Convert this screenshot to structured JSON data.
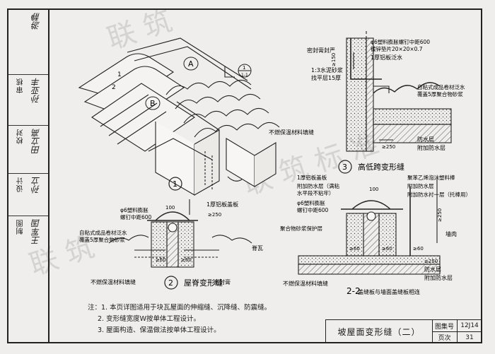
{
  "sidebar": {
    "cells": [
      {
        "role": "制图",
        "name": "王军国"
      },
      {
        "role": "校对",
        "name": "田立高"
      },
      {
        "role": "设计",
        "name": "孙立"
      },
      {
        "role": "审核",
        "name": "孙亚丰"
      },
      {
        "role": "",
        "name": "游静"
      }
    ]
  },
  "detail1": {
    "number": "1",
    "marker_a": "A",
    "marker_b": "B",
    "section_ref_top": "1",
    "section_ref_bottom": "1-1",
    "label_1": "1",
    "label_2": "2"
  },
  "detail2": {
    "number": "2",
    "title": "屋脊变形缝",
    "notes": {
      "anchor": "φ6塑料膨胀\n螺钉中距600",
      "membrane": "自粘式成品卷材泛水\n覆盖5厚聚合物砂浆",
      "cover_plate": "1厚铝板盖板",
      "ridge_tile": "脊瓦",
      "fill": "不燃保温材料填缝",
      "sealant": "密封膏"
    },
    "dims": {
      "d100": "100",
      "d250": "≥250",
      "d60a": "≥60",
      "d60b": "≥60"
    }
  },
  "detail3": {
    "number": "3",
    "title": "高低跨变形缝",
    "notes": {
      "sealant": "密封膏封严",
      "anchor": "φ6塑料膨胀螺钉中距600\n镀锌垫片20×20×0.7",
      "mortar": "1:3水泥砂浆\n找平层15厚",
      "cover": "1厚铝板泛水",
      "membrane": "自粘式成品卷材泛水\n覆盖5厚聚合物砂浆",
      "fill": "不燃保温材料填缝",
      "waterproof": "防水层",
      "extra_waterproof": "附加防水层"
    },
    "dims": {
      "d150": "≥150",
      "d250": "≥250"
    }
  },
  "section22": {
    "title": "2-2",
    "notes": {
      "plate": "1厚铝板盖板",
      "extra_waterproof": "附加防水层（满粘\n水平段不粘牢）",
      "anchor": "φ6塑料膨胀\n螺钉中距600",
      "protect": "聚合物砂浆保护层",
      "fill": "不燃保温材料填缝",
      "foam": "聚苯乙烯泡沫塑料棒",
      "extra_liner": "附加防水层",
      "liner": "附加防水衬一层（托棒用）",
      "wall": "墙肉",
      "waterproof": "防水层",
      "extra_waterproof2": "附加防水层",
      "same_as_wall": "盖缝板与墙面盖缝板相连"
    },
    "dims": {
      "d100": "100",
      "d60a": "≥60",
      "d60b": "≥60",
      "d60c": "≥60",
      "d250": "≥250",
      "d250b": "≥250"
    }
  },
  "notes": [
    "注：1. 本页详图适用于块瓦屋面的伸缩缝、沉降缝、防震缝。",
    "2. 变形缝宽度W按单体工程设计。",
    "3. 屋面构造、保温做法按单体工程设计。"
  ],
  "titleblock": {
    "title": "坡屋面变形缝（二）",
    "atlas_label": "图集号",
    "atlas_value": "12J14",
    "page_label": "页次",
    "page_value": "31"
  }
}
